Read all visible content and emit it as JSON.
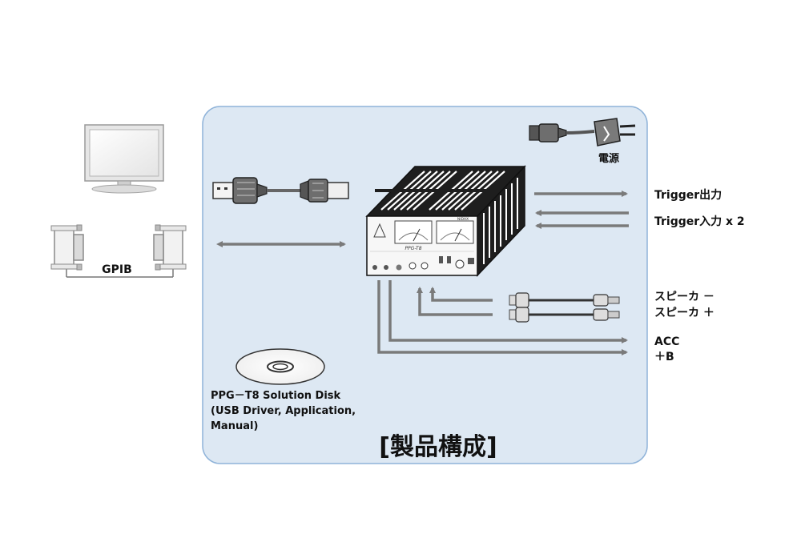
{
  "labels": {
    "gpib": "GPIB",
    "power": "電源",
    "trigger_out": "Trigger出力",
    "trigger_in": "Trigger入力 x 2",
    "speaker_minus": "スピーカ －",
    "speaker_plus": "スピーカ ＋",
    "acc": "ACC",
    "plus_b": "＋B",
    "disk_line1": "PPG－T8  Solution Disk",
    "disk_line2": "(USB Driver, Application,",
    "disk_line3": "Manual)",
    "title": "[製品構成]"
  },
  "device": {
    "model": "PPG-T8",
    "brand": "NIDAX"
  },
  "colors": {
    "panel_fill": "#dde8f3",
    "panel_stroke": "#8fb3d9",
    "arrow": "#7a7a7a",
    "device_dark": "#222222"
  }
}
